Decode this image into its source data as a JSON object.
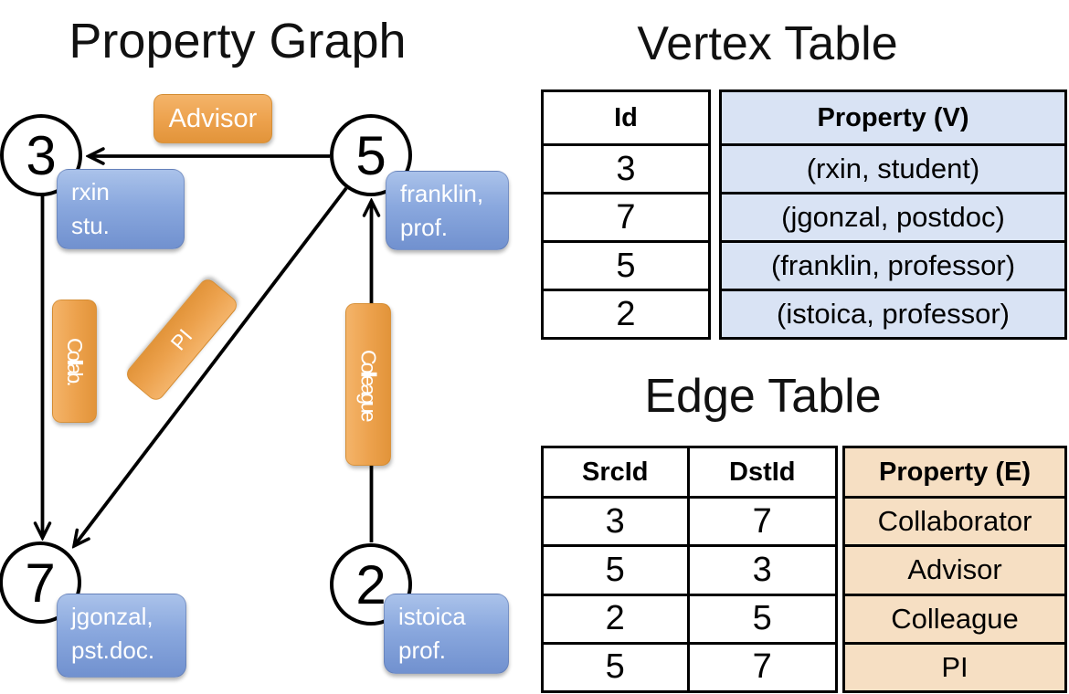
{
  "colors": {
    "edge_label_orange": "#eca14c",
    "property_box_blue": "#8aa8de",
    "vertex_cell_bg": "#d9e3f4",
    "edge_cell_bg": "#f6dfc3",
    "line_color": "#000000"
  },
  "graph": {
    "title": "Property Graph",
    "nodes": {
      "n3": {
        "id": "3",
        "line1": "rxin",
        "line2": "stu."
      },
      "n5": {
        "id": "5",
        "line1": "franklin,",
        "line2": "prof."
      },
      "n7": {
        "id": "7",
        "line1": "jgonzal,",
        "line2": "pst.doc."
      },
      "n2": {
        "id": "2",
        "line1": "istoica",
        "line2": "prof."
      }
    },
    "edge_labels": {
      "advisor": "Advisor",
      "collab": "Collab.",
      "pi": "PI",
      "colleague": "Colleague"
    }
  },
  "vertex_table": {
    "title": "Vertex Table",
    "columns": {
      "id": "Id",
      "property": "Property (V)"
    },
    "rows": [
      {
        "id": "3",
        "property": "(rxin, student)"
      },
      {
        "id": "7",
        "property": "(jgonzal, postdoc)"
      },
      {
        "id": "5",
        "property": "(franklin, professor)"
      },
      {
        "id": "2",
        "property": "(istoica, professor)"
      }
    ]
  },
  "edge_table": {
    "title": "Edge Table",
    "columns": {
      "src": "SrcId",
      "dst": "DstId",
      "property": "Property (E)"
    },
    "rows": [
      {
        "src": "3",
        "dst": "7",
        "property": "Collaborator"
      },
      {
        "src": "5",
        "dst": "3",
        "property": "Advisor"
      },
      {
        "src": "2",
        "dst": "5",
        "property": "Colleague"
      },
      {
        "src": "5",
        "dst": "7",
        "property": "PI"
      }
    ]
  }
}
